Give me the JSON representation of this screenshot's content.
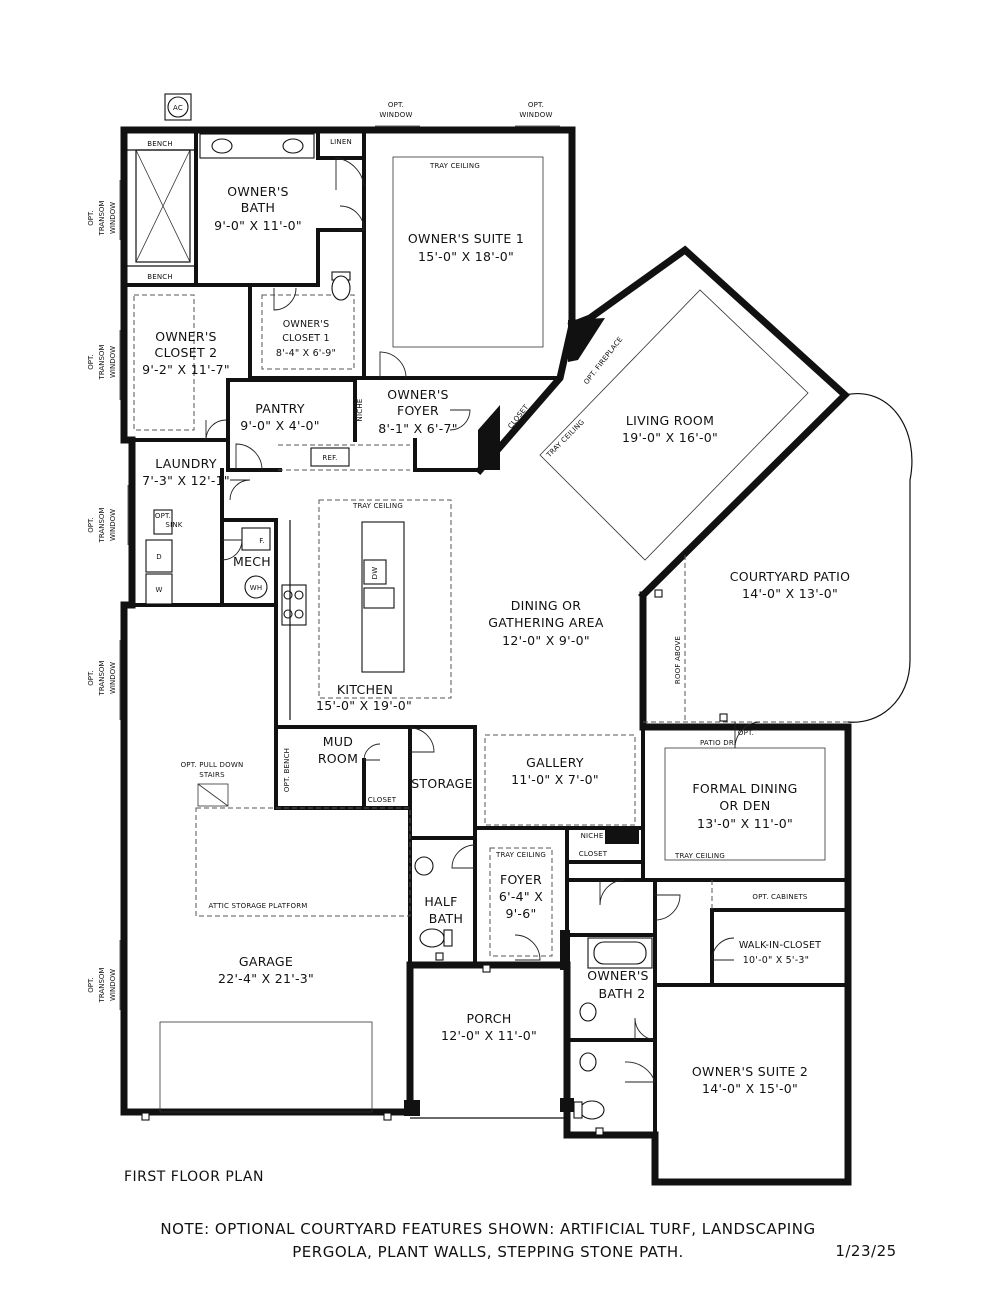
{
  "plan": {
    "title": "FIRST FLOOR PLAN",
    "note_line1": "NOTE: OPTIONAL COURTYARD FEATURES SHOWN: ARTIFICIAL TURF, LANDSCAPING",
    "note_line2": "PERGOLA, PLANT WALLS, STEPPING STONE PATH.",
    "date": "1/23/25"
  },
  "rooms": {
    "owners_bath": {
      "name": "OWNER'S",
      "name2": "BATH",
      "size": "9'-0\" X 11'-0\""
    },
    "owners_suite_1": {
      "name": "OWNER'S SUITE 1",
      "size": "15'-0\" X 18'-0\""
    },
    "owners_closet_2": {
      "name": "OWNER'S",
      "name2": "CLOSET 2",
      "size": "9'-2\" X 11'-7\""
    },
    "owners_closet_1": {
      "name": "OWNER'S",
      "name2": "CLOSET 1",
      "size": "8'-4\" X 6'-9\""
    },
    "pantry": {
      "name": "PANTRY",
      "size": "9'-0\" X 4'-0\""
    },
    "owners_foyer": {
      "name": "OWNER'S",
      "name2": "FOYER",
      "size": "8'-1\" X 6'-7\""
    },
    "living_room": {
      "name": "LIVING ROOM",
      "size": "19'-0\" X 16'-0\""
    },
    "laundry": {
      "name": "LAUNDRY",
      "size": "7'-3\" X 12'-1\""
    },
    "mech": {
      "name": "MECH"
    },
    "kitchen": {
      "name": "KITCHEN",
      "size": "15'-0\" X 19'-0\""
    },
    "dining": {
      "name": "DINING OR",
      "name2": "GATHERING AREA",
      "size": "12'-0\" X 9'-0\""
    },
    "courtyard_patio": {
      "name": "COURTYARD PATIO",
      "size": "14'-0\" X 13'-0\""
    },
    "mud_room": {
      "name": "MUD",
      "name2": "ROOM"
    },
    "storage": {
      "name": "STORAGE"
    },
    "gallery": {
      "name": "GALLERY",
      "size": "11'-0\" X 7'-0\""
    },
    "formal_dining": {
      "name": "FORMAL DINING",
      "name2": "OR DEN",
      "size": "13'-0\" X 11'-0\""
    },
    "half_bath": {
      "name": "HALF",
      "name2": "BATH"
    },
    "foyer": {
      "name": "FOYER",
      "size": "6'-4\" X",
      "size2": "9'-6\""
    },
    "walk_in_closet": {
      "name": "WALK-IN-CLOSET",
      "size": "10'-0\" X 5'-3\""
    },
    "owners_bath_2": {
      "name": "OWNER'S",
      "name2": "BATH 2"
    },
    "garage": {
      "name": "GARAGE",
      "size": "22'-4\" X 21'-3\""
    },
    "porch": {
      "name": "PORCH",
      "size": "12'-0\" X 11'-0\""
    },
    "owners_suite_2": {
      "name": "OWNER'S SUITE 2",
      "size": "14'-0\" X 15'-0\""
    }
  },
  "labels": {
    "ac": "AC",
    "opt": "OPT.",
    "window": "WINDOW",
    "transom_window": "TRANSOM",
    "transom_window2": "WINDOW",
    "bench": "BENCH",
    "linen": "LINEN",
    "tray_ceiling": "TRAY CEILING",
    "niche": "NICHE",
    "closet": "CLOSET",
    "opt_fireplace": "OPT. FIREPLACE",
    "ref": "REF.",
    "sink": "SINK",
    "dw": "DW",
    "f": "F.",
    "wh": "WH",
    "d": "D",
    "w": "W",
    "roof_above": "ROOF ABOVE",
    "opt_patio_dr": "PATIO DR.",
    "opt_pull_down": "OPT. PULL DOWN",
    "stairs": "STAIRS",
    "opt_bench": "OPT. BENCH",
    "attic_storage": "ATTIC STORAGE PLATFORM",
    "opt_cabinets": "OPT. CABINETS"
  }
}
